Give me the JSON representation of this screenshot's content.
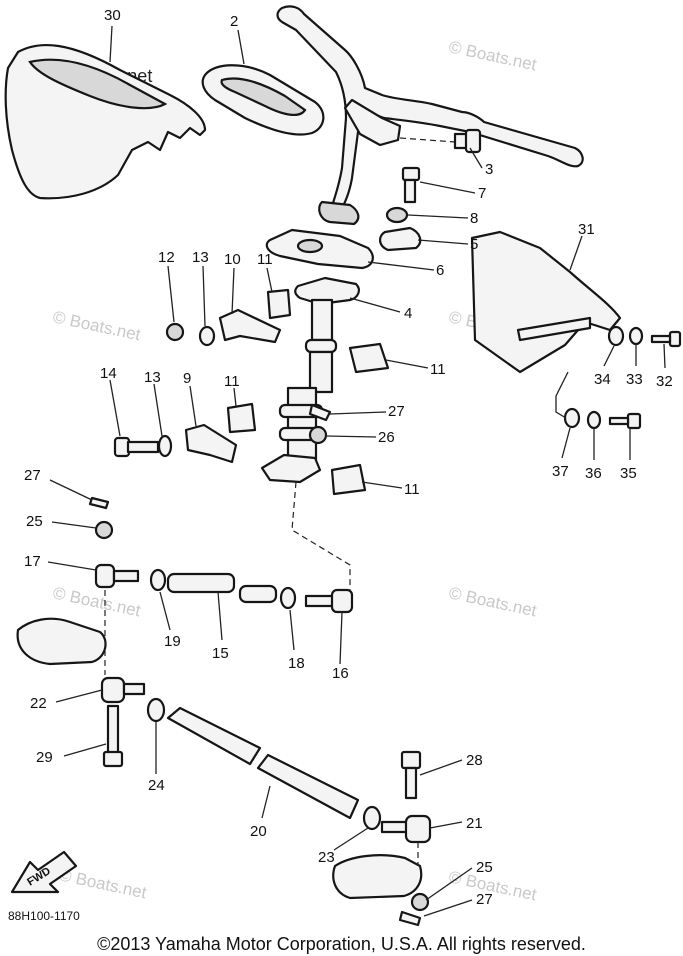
{
  "diagram": {
    "callouts": [
      {
        "id": "c30",
        "label": "30"
      },
      {
        "id": "c2",
        "label": "2"
      },
      {
        "id": "c3",
        "label": "3"
      },
      {
        "id": "c7",
        "label": "7"
      },
      {
        "id": "c8",
        "label": "8"
      },
      {
        "id": "c5",
        "label": "5"
      },
      {
        "id": "c6",
        "label": "6"
      },
      {
        "id": "c4",
        "label": "4"
      },
      {
        "id": "c31",
        "label": "31"
      },
      {
        "id": "c12",
        "label": "12"
      },
      {
        "id": "c13a",
        "label": "13"
      },
      {
        "id": "c10",
        "label": "10"
      },
      {
        "id": "c11a",
        "label": "11"
      },
      {
        "id": "c11b",
        "label": "11"
      },
      {
        "id": "c14",
        "label": "14"
      },
      {
        "id": "c13b",
        "label": "13"
      },
      {
        "id": "c9",
        "label": "9"
      },
      {
        "id": "c11c",
        "label": "11"
      },
      {
        "id": "c27a",
        "label": "27"
      },
      {
        "id": "c26",
        "label": "26"
      },
      {
        "id": "c11d",
        "label": "11"
      },
      {
        "id": "c34",
        "label": "34"
      },
      {
        "id": "c33",
        "label": "33"
      },
      {
        "id": "c32",
        "label": "32"
      },
      {
        "id": "c37",
        "label": "37"
      },
      {
        "id": "c36",
        "label": "36"
      },
      {
        "id": "c35",
        "label": "35"
      },
      {
        "id": "c27b",
        "label": "27"
      },
      {
        "id": "c25a",
        "label": "25"
      },
      {
        "id": "c17",
        "label": "17"
      },
      {
        "id": "c19",
        "label": "19"
      },
      {
        "id": "c15",
        "label": "15"
      },
      {
        "id": "c18",
        "label": "18"
      },
      {
        "id": "c16",
        "label": "16"
      },
      {
        "id": "c22",
        "label": "22"
      },
      {
        "id": "c29",
        "label": "29"
      },
      {
        "id": "c24",
        "label": "24"
      },
      {
        "id": "c28",
        "label": "28"
      },
      {
        "id": "c20",
        "label": "20"
      },
      {
        "id": "c21",
        "label": "21"
      },
      {
        "id": "c23",
        "label": "23"
      },
      {
        "id": "c25b",
        "label": "25"
      },
      {
        "id": "c27c",
        "label": "27"
      }
    ],
    "watermark_main": "© Boats.net",
    "watermark_faint": "© Boats.net",
    "fwd_label": "FWD",
    "drawing_code": "88H100-1170"
  },
  "footer": {
    "copyright": "©2013 Yamaha Motor Corporation, U.S.A. All rights reserved."
  }
}
